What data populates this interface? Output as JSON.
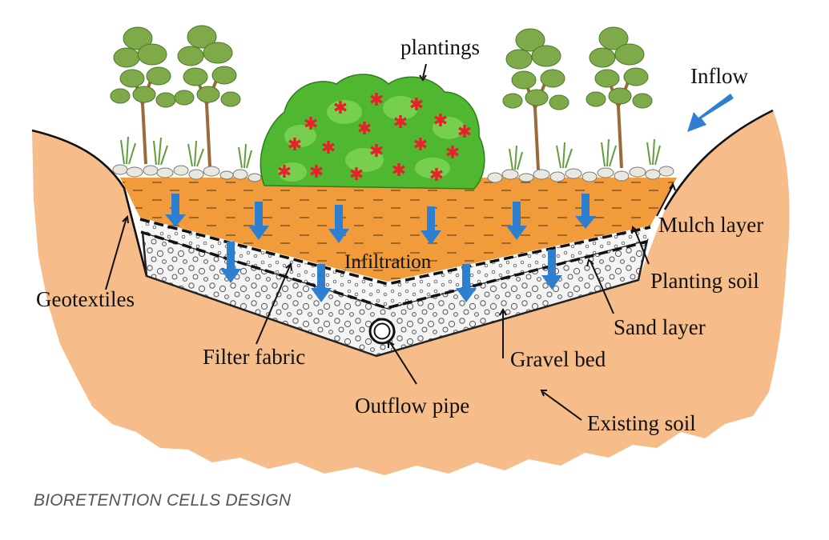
{
  "diagram": {
    "labels": {
      "plantings": "plantings",
      "inflow": "Inflow",
      "mulch_layer": "Mulch layer",
      "planting_soil": "Planting soil",
      "sand_layer": "Sand layer",
      "gravel_bed": "Gravel bed",
      "existing_soil": "Existing soil",
      "geotextiles": "Geotextiles",
      "filter_fabric": "Filter fabric",
      "outflow_pipe": "Outflow pipe",
      "infiltration": "Infiltration"
    },
    "colors": {
      "existing_soil": "#f6bc8a",
      "planting_soil": "#f19b3b",
      "gravel": "#f4f4f4",
      "arrow": "#2f7fd0",
      "flower": "#e8202a",
      "shrub": "#4fb830",
      "tree_leaf": "#7faa4a",
      "trunk": "#9a6a3a"
    }
  },
  "caption": "BIORETENTION CELLS DESIGN"
}
